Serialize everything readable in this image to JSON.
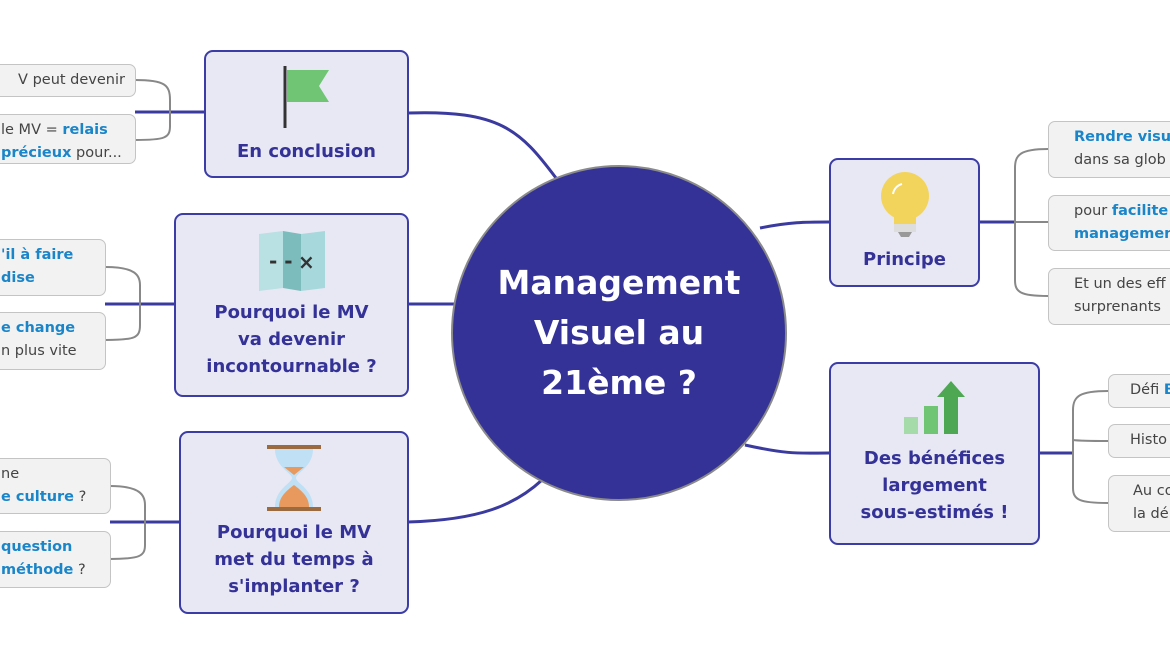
{
  "center": {
    "line1": "Management",
    "line2": "Visuel au",
    "line3": "21ème ?"
  },
  "nodes": {
    "conclusion": {
      "title": "En conclusion",
      "icon": "flag-icon",
      "leaves": [
        {
          "a": "V peut devenir"
        },
        {
          "a": "le MV = ",
          "b": "relais",
          "c": "précieux",
          "d": " pour..."
        }
      ]
    },
    "incontournable": {
      "l1": "Pourquoi le MV",
      "l2": "va devenir",
      "l3": "incontournable ?",
      "icon": "map-icon",
      "leaves": [
        {
          "a": "'il à faire",
          "b": "dise"
        },
        {
          "a": "e change",
          "b": "n plus vite"
        }
      ]
    },
    "temps": {
      "l1": "Pourquoi le MV",
      "l2": "met du temps à",
      "l3": "s'implanter ?",
      "icon": "hourglass-icon",
      "leaves": [
        {
          "a": "ne",
          "b": "e culture",
          "c": " ?"
        },
        {
          "a": "question",
          "b": "méthode",
          "c": " ?"
        }
      ]
    },
    "principe": {
      "title": "Principe",
      "icon": "lightbulb-icon",
      "leaves": [
        {
          "a": "Rendre visu",
          "b": "dans sa glob"
        },
        {
          "a": "pour ",
          "b": "facilite",
          "c": "managemen"
        },
        {
          "a": "Et un des eff",
          "b": "surprenants"
        }
      ]
    },
    "benefices": {
      "l1": "Des bénéfices",
      "l2": "largement",
      "l3": "sous-estimés !",
      "icon": "growth-chart-icon",
      "leaves": [
        {
          "a": "Défi ",
          "b": "B"
        },
        {
          "a": "Histo"
        },
        {
          "a": "Au co",
          "b": "la dé"
        }
      ]
    }
  },
  "colors": {
    "center": "#343297",
    "node_border": "#3c3ca6",
    "highlight": "#1a85c8"
  }
}
